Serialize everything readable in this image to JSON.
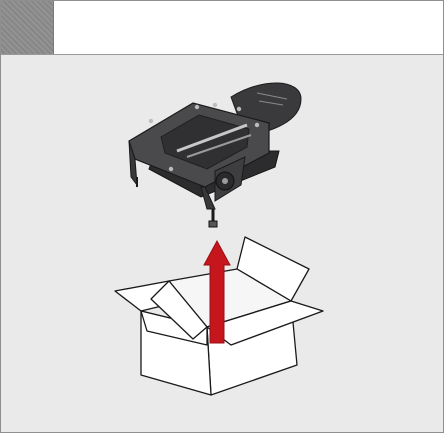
{
  "header": {
    "step_number": "",
    "title": ""
  },
  "illustration": {
    "objects": [
      "device-assembly",
      "arrow-up",
      "open-shipping-box"
    ],
    "colors": {
      "device": "#3b3b3d",
      "arrow": "#c4161c",
      "box_fill": "#ffffff",
      "box_stroke": "#1a1a1a",
      "background": "#eaeaea",
      "step_tab": "#8c8c8c"
    }
  }
}
